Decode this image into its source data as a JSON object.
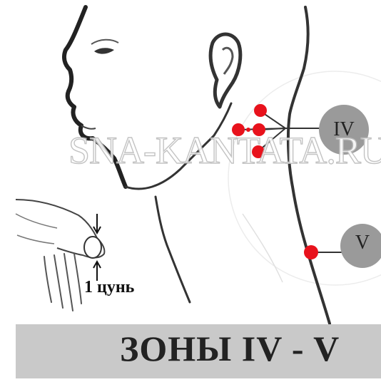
{
  "watermark": "SNA-KANTATA.RU",
  "unit_label": "1 цунь",
  "zones": [
    {
      "label": "IV",
      "point_count": 5
    },
    {
      "label": "V",
      "point_count": 1
    }
  ],
  "caption": "ЗОНЫ IV - V",
  "colors": {
    "point": "#e8121c",
    "zone_badge": "#9a9a9a",
    "caption_bar": "#c9c9c9",
    "outline": "#222222"
  }
}
